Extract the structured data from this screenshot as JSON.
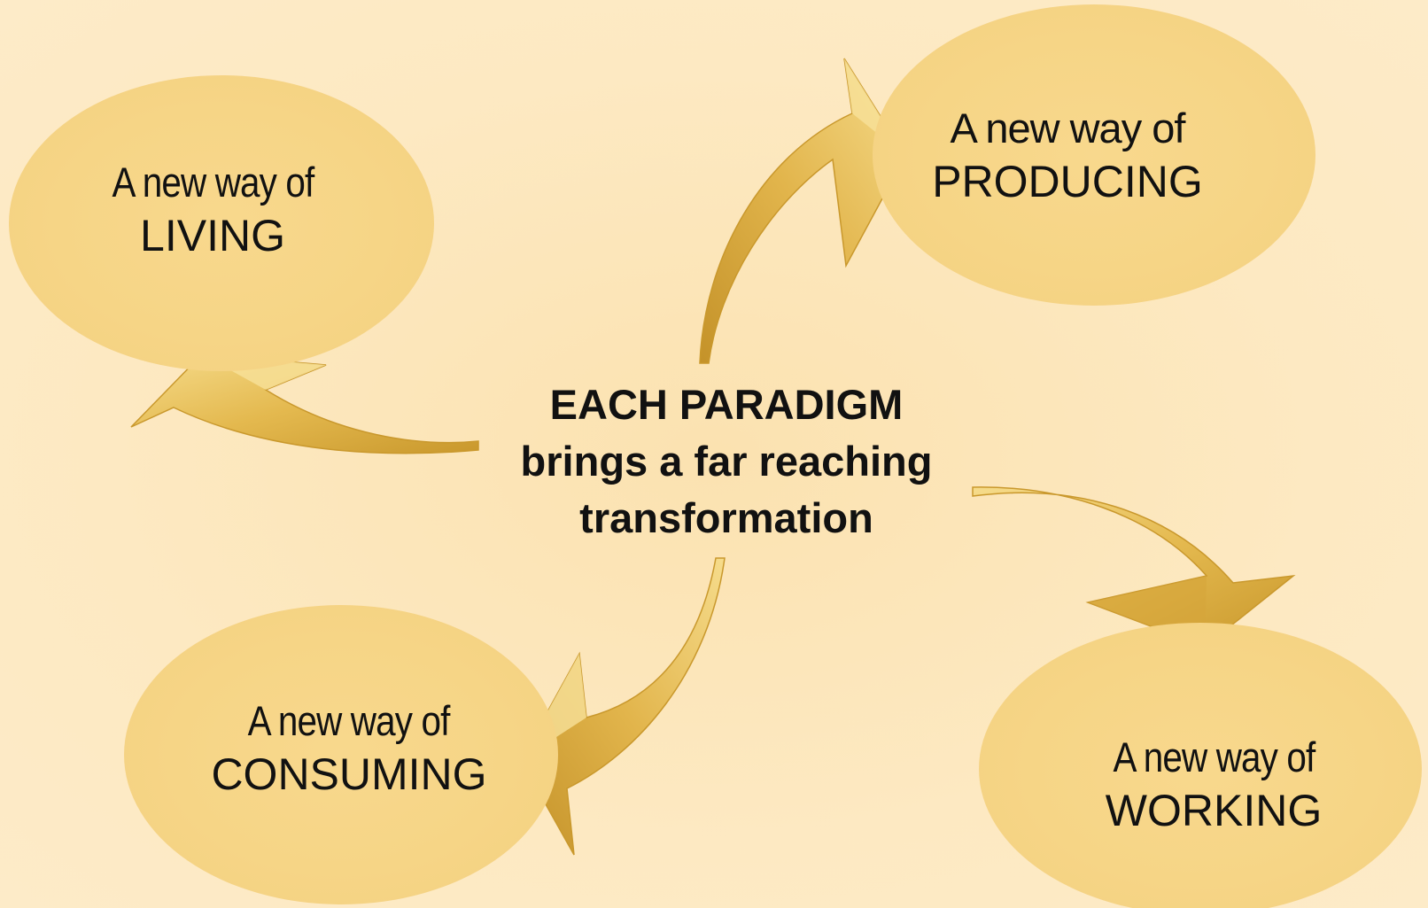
{
  "center": {
    "line1": "EACH PARADIGM",
    "line2": "brings a far reaching",
    "line3": "transformation"
  },
  "nodes": {
    "living": {
      "line1": "A new way of",
      "line2": "LIVING"
    },
    "producing": {
      "line1": "A new way of",
      "line2": "PRODUCING"
    },
    "consuming": {
      "line1": "A new way of",
      "line2": "CONSUMING"
    },
    "working": {
      "line1": "A new way of",
      "line2": "WORKING"
    }
  },
  "colors": {
    "background": "#fde9c2",
    "oval": "#f6d586",
    "arrow_light": "#f3d27a",
    "arrow_mid": "#e2b64f",
    "arrow_dark": "#c99a2e"
  }
}
